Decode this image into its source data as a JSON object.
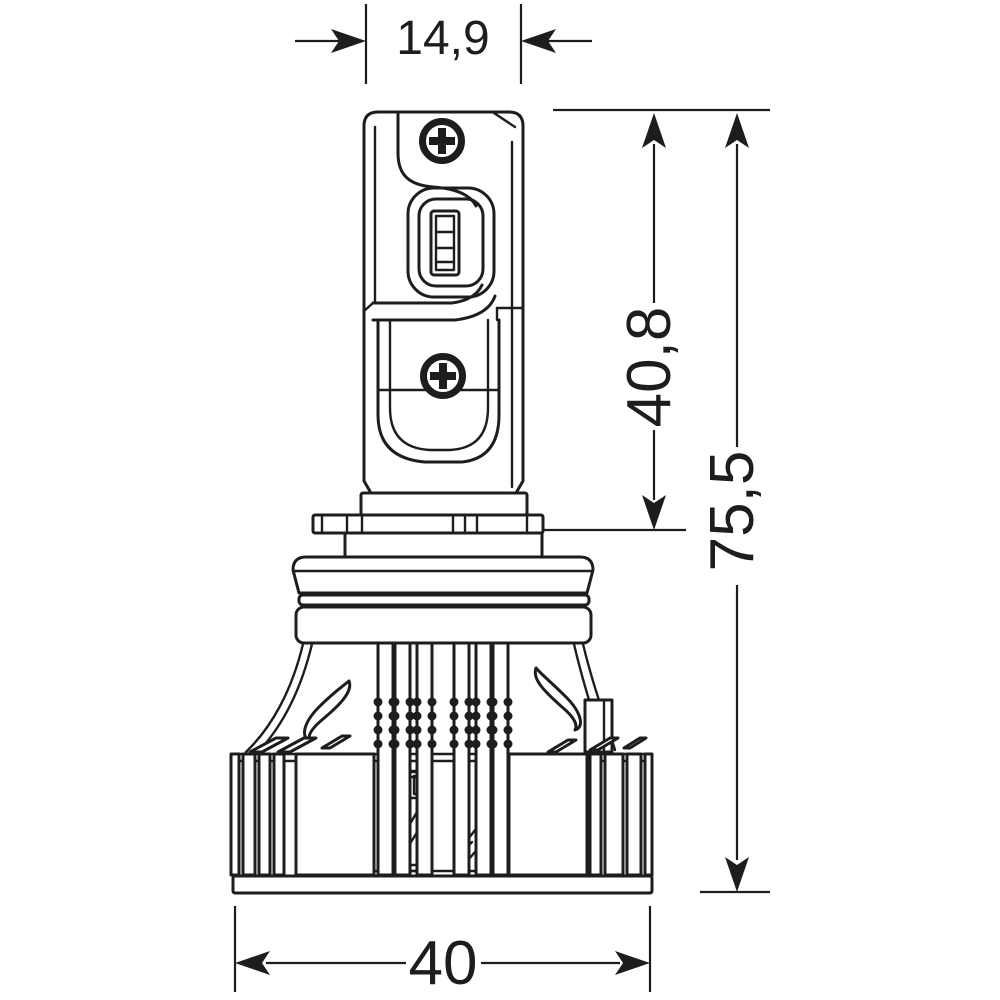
{
  "diagram": {
    "kind": "technical-dimension-drawing",
    "dimensions": {
      "top_width": "14,9",
      "upper_height": "40,8",
      "total_height": "75,5",
      "base_width": "40"
    },
    "colors": {
      "line": "#1d1d1b",
      "background": "#ffffff"
    }
  }
}
